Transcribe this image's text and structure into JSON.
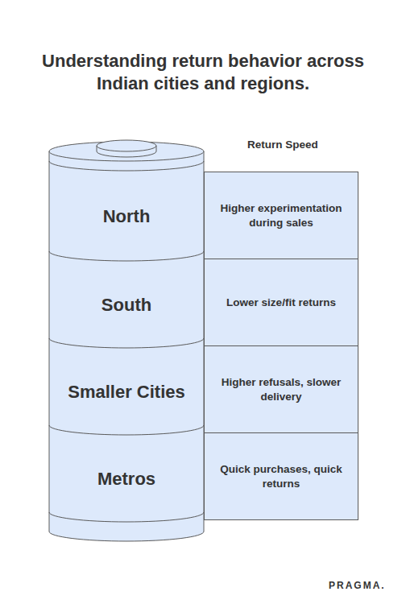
{
  "diagram": {
    "title": "Understanding return behavior across Indian cities and regions.",
    "nodes": [
      {
        "text": [
          "North"
        ]
      },
      {
        "text": [
          "Higher experimentation during sales"
        ]
      },
      {
        "text": [
          "South"
        ]
      },
      {
        "text": [
          "Lower size/fit returns"
        ]
      },
      {
        "text": [
          "Smaller Cities"
        ]
      },
      {
        "text": [
          "Higher refusals, slower delivery"
        ]
      },
      {
        "text": [
          "Metros"
        ]
      },
      {
        "text": [
          "Quick purchases, quick returns"
        ]
      }
    ],
    "labels": [
      "Return Speed",
      "PRAGMA."
    ]
  }
}
